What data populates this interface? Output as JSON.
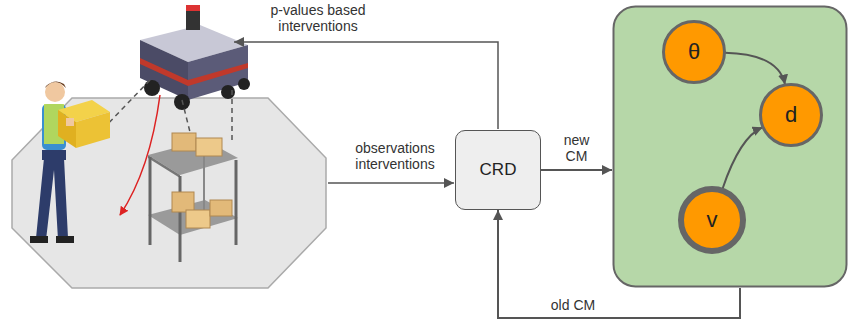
{
  "diagram": {
    "nodes": [
      {
        "text": [
          "CRD"
        ]
      },
      {
        "text": []
      },
      {
        "text": [
          "θ"
        ],
        "in": 1
      },
      {
        "text": [
          "d"
        ],
        "in": 1
      },
      {
        "text": [
          "v"
        ],
        "in": 1
      }
    ],
    "edges": [
      {
        "from": 0,
        "to": 1,
        "arrow": "to",
        "label": "new CM"
      },
      {
        "from": 1,
        "to": 0,
        "arrow": "to",
        "label": "old CM"
      },
      {
        "from": 2,
        "to": 3,
        "arrow": "to"
      },
      {
        "from": 4,
        "to": 3,
        "arrow": "to"
      }
    ],
    "labels": [
      "p-values based interventions",
      "observations interventions"
    ]
  }
}
